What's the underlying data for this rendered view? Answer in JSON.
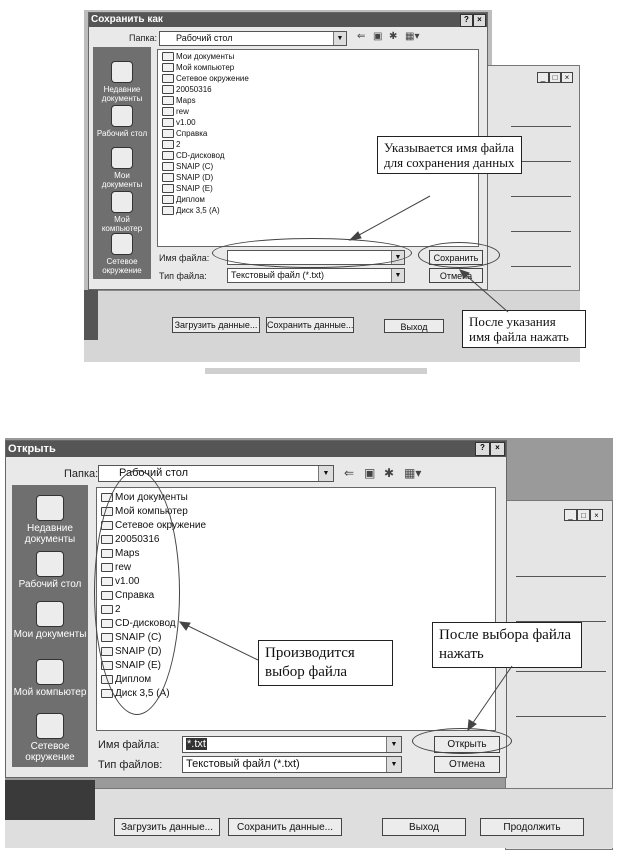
{
  "save_dialog": {
    "title": "Сохранить как",
    "title_buttons": [
      "?",
      "×"
    ],
    "folder_label": "Папка:",
    "folder_value": "Рабочий стол",
    "places": [
      {
        "label": "Недавние документы",
        "icon": "recent-docs-icon"
      },
      {
        "label": "Рабочий стол",
        "icon": "desktop-icon"
      },
      {
        "label": "Мои документы",
        "icon": "my-documents-icon"
      },
      {
        "label": "Мой компьютер",
        "icon": "my-computer-icon"
      },
      {
        "label": "Сетевое окружение",
        "icon": "network-icon"
      }
    ],
    "files": [
      "Мои документы",
      "Мой компьютер",
      "Сетевое окружение",
      "20050316",
      "Maps",
      "rew",
      "v1.00",
      "Справка",
      "2",
      "CD-дисковод",
      "SNAIP (C)",
      "SNAIP (D)",
      "SNAIP (E)",
      "Диплом",
      "Диск 3,5 (A)"
    ],
    "filename_label": "Имя файла:",
    "filename_value": "",
    "filetype_label": "Тип файла:",
    "filetype_value": "Текстовый файл (*.txt)",
    "save_button": "Сохранить",
    "cancel_button": "Отмена"
  },
  "top_background": {
    "window_buttons": [
      "_",
      "□",
      "×"
    ],
    "load_button": "Загрузить данные...",
    "save_data_button": "Сохранить данные...",
    "exit_button": "Выход"
  },
  "callouts_top": {
    "filename_note": "Указывается имя файла для сохранения данных",
    "save_note": "После указания имя файла нажать"
  },
  "open_dialog": {
    "title": "Открыть",
    "title_buttons": [
      "?",
      "×"
    ],
    "folder_label": "Папка:",
    "folder_value": "Рабочий стол",
    "places": [
      {
        "label": "Недавние документы",
        "icon": "recent-docs-icon"
      },
      {
        "label": "Рабочий стол",
        "icon": "desktop-icon"
      },
      {
        "label": "Мои документы",
        "icon": "my-documents-icon"
      },
      {
        "label": "Мой компьютер",
        "icon": "my-computer-icon"
      },
      {
        "label": "Сетевое окружение",
        "icon": "network-icon"
      }
    ],
    "files": [
      "Мои документы",
      "Мой компьютер",
      "Сетевое окружение",
      "20050316",
      "Maps",
      "rew",
      "v1.00",
      "Справка",
      "2",
      "CD-дисковод",
      "SNAIP (C)",
      "SNAIP (D)",
      "SNAIP (E)",
      "Диплом",
      "Диск 3,5 (A)"
    ],
    "filename_label": "Имя файла:",
    "filename_value": "*.txt",
    "filetype_label": "Тип файлов:",
    "filetype_value": "Текстовый файл (*.txt)",
    "open_button": "Открыть",
    "cancel_button": "Отмена"
  },
  "bottom_background": {
    "window_buttons": [
      "_",
      "□",
      "×"
    ],
    "load_button": "Загрузить данные...",
    "save_data_button": "Сохранить данные...",
    "exit_button": "Выход",
    "continue_button": "Продолжить"
  },
  "callouts_bottom": {
    "select_note": "Производится выбор файла",
    "open_note": "После выбора файла нажать"
  }
}
